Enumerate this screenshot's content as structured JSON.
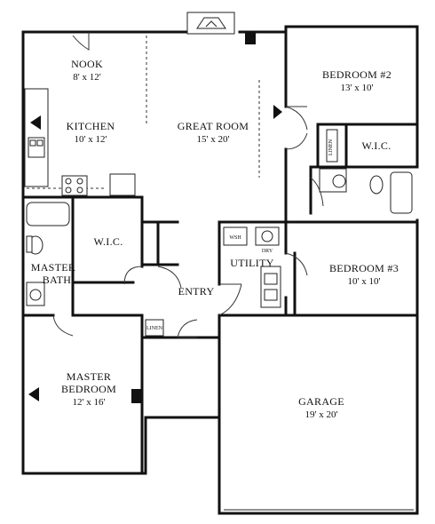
{
  "rooms": {
    "nook": {
      "name": "NOOK",
      "dim": "8' x 12'"
    },
    "kitchen": {
      "name": "KITCHEN",
      "dim": "10' x 12'"
    },
    "great_room": {
      "name": "GREAT ROOM",
      "dim": "15' x 20'"
    },
    "bedroom2": {
      "name": "BEDROOM #2",
      "dim": "13' x 10'"
    },
    "wic_bed2": {
      "name": "W.I.C."
    },
    "wic_master": {
      "name": "W.I.C."
    },
    "master_bath": {
      "line1": "MASTER",
      "line2": "BATH"
    },
    "utility": {
      "name": "UTILITY"
    },
    "bedroom3": {
      "name": "BEDROOM #3",
      "dim": "10' x 10'"
    },
    "entry": {
      "name": "ENTRY"
    },
    "master_bedroom": {
      "line1": "MASTER",
      "line2": "BEDROOM",
      "dim": "12' x 16'"
    },
    "garage": {
      "name": "GARAGE",
      "dim": "19' x 20'"
    }
  },
  "fixtures": {
    "linen_bed2": "LINEN",
    "linen_entry": "LINEN",
    "washer": "WSH",
    "dryer": "DRY"
  },
  "icons": [
    "fireplace-icon",
    "tub-icon",
    "toilet-icon",
    "sink-icon",
    "range-icon",
    "refrigerator-icon",
    "washer-icon",
    "dryer-icon",
    "door-swing-icon",
    "window-arrow-icon"
  ]
}
